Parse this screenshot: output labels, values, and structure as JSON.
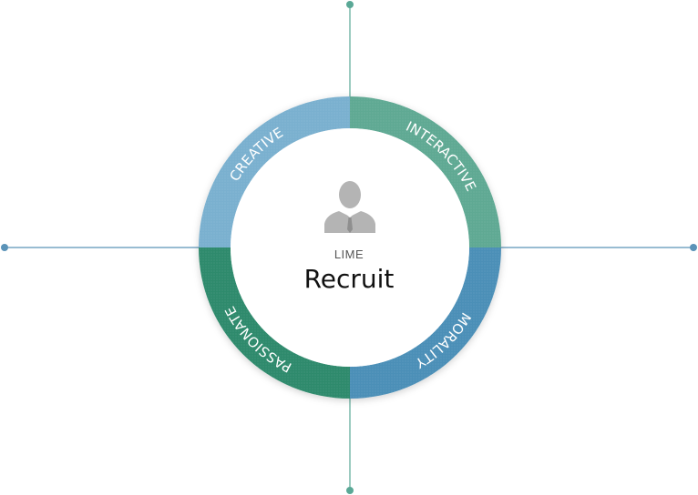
{
  "diagram": {
    "brand": "LIME",
    "title": "Recruit",
    "icon": "person-icon",
    "segments": [
      {
        "key": "creative",
        "label": "CREATIVE",
        "color": "#7ab0cf"
      },
      {
        "key": "interactive",
        "label": "INTERACTIVE",
        "color": "#5ea993"
      },
      {
        "key": "morality",
        "label": "MORALITY",
        "color": "#4b8fb7"
      },
      {
        "key": "passionate",
        "label": "PASSIONATE",
        "color": "#2e8a6c"
      }
    ],
    "axis_color_vertical": "#5aa896",
    "axis_color_horizontal": "#5b93b8"
  }
}
